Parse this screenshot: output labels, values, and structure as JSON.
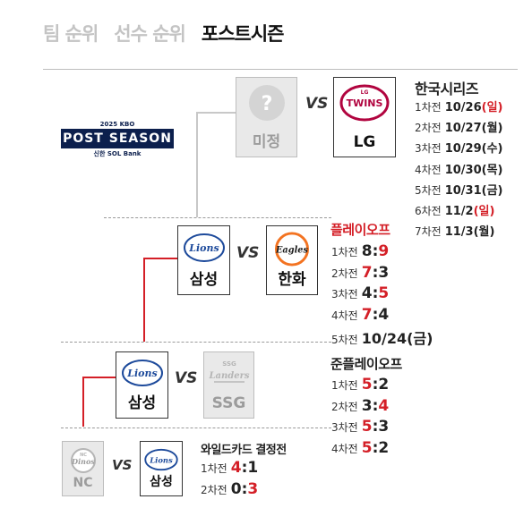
{
  "tabs": [
    "팀 순위",
    "선수 순위",
    "포스트시즌"
  ],
  "postseason_logo": {
    "year_line": "2025 KBO",
    "main": "POST SEASON",
    "sponsor": "신한 SOL Bank"
  },
  "vs_label": "VS",
  "korean_series": {
    "title": "한국시리즈",
    "team_a": "미정",
    "team_a_mark": "?",
    "team_b": "LG",
    "team_b_logo_text": "TWINS",
    "team_b_logo_sub": "LG",
    "games": [
      {
        "label": "1차전",
        "value": "10/26",
        "day": "(일)",
        "day_color": "#d41f27"
      },
      {
        "label": "2차전",
        "value": "10/27",
        "day": "(월)",
        "day_color": "#222222"
      },
      {
        "label": "3차전",
        "value": "10/29",
        "day": "(수)",
        "day_color": "#222222"
      },
      {
        "label": "4차전",
        "value": "10/30",
        "day": "(목)",
        "day_color": "#222222"
      },
      {
        "label": "5차전",
        "value": "10/31",
        "day": "(금)",
        "day_color": "#222222"
      },
      {
        "label": "6차전",
        "value": "11/2",
        "day": "(일)",
        "day_color": "#d41f27"
      },
      {
        "label": "7차전",
        "value": "11/3",
        "day": "(월)",
        "day_color": "#222222"
      }
    ]
  },
  "playoff": {
    "title": "플레이오프",
    "team_a": "삼성",
    "team_a_logo_text": "Lions",
    "team_b": "한화",
    "team_b_logo_text": "Eagles",
    "games": [
      {
        "label": "1차전",
        "a": "8",
        "b": "9",
        "winner": "b"
      },
      {
        "label": "2차전",
        "a": "7",
        "b": "3",
        "winner": "a"
      },
      {
        "label": "3차전",
        "a": "4",
        "b": "5",
        "winner": "b"
      },
      {
        "label": "4차전",
        "a": "7",
        "b": "4",
        "winner": "a"
      },
      {
        "label": "5차전",
        "value": "10/24",
        "day": "(금)"
      }
    ]
  },
  "semi_playoff": {
    "title": "준플레이오프",
    "team_a": "삼성",
    "team_a_logo_text": "Lions",
    "team_b": "SSG",
    "team_b_logo_text": "Landers",
    "team_b_logo_sub": "SSG",
    "games": [
      {
        "label": "1차전",
        "a": "5",
        "b": "2",
        "winner": "a"
      },
      {
        "label": "2차전",
        "a": "3",
        "b": "4",
        "winner": "b"
      },
      {
        "label": "3차전",
        "a": "5",
        "b": "3",
        "winner": "a"
      },
      {
        "label": "4차전",
        "a": "5",
        "b": "2",
        "winner": "a"
      }
    ]
  },
  "wildcard": {
    "title": "와일드카드 결정전",
    "team_a": "NC",
    "team_a_logo_text": "Dinos",
    "team_a_logo_sub": "NC",
    "team_b": "삼성",
    "team_b_logo_text": "Lions",
    "games": [
      {
        "label": "1차전",
        "a": "4",
        "b": "1",
        "winner": "a"
      },
      {
        "label": "2차전",
        "a": "0",
        "b": "3",
        "winner": "b"
      }
    ]
  },
  "colors": {
    "accent_red": "#d41f27",
    "lions_blue": "#1d4a9b",
    "eagles_orange": "#f37321",
    "twins_maroon": "#b1043f",
    "navy": "#0c1f4d"
  }
}
